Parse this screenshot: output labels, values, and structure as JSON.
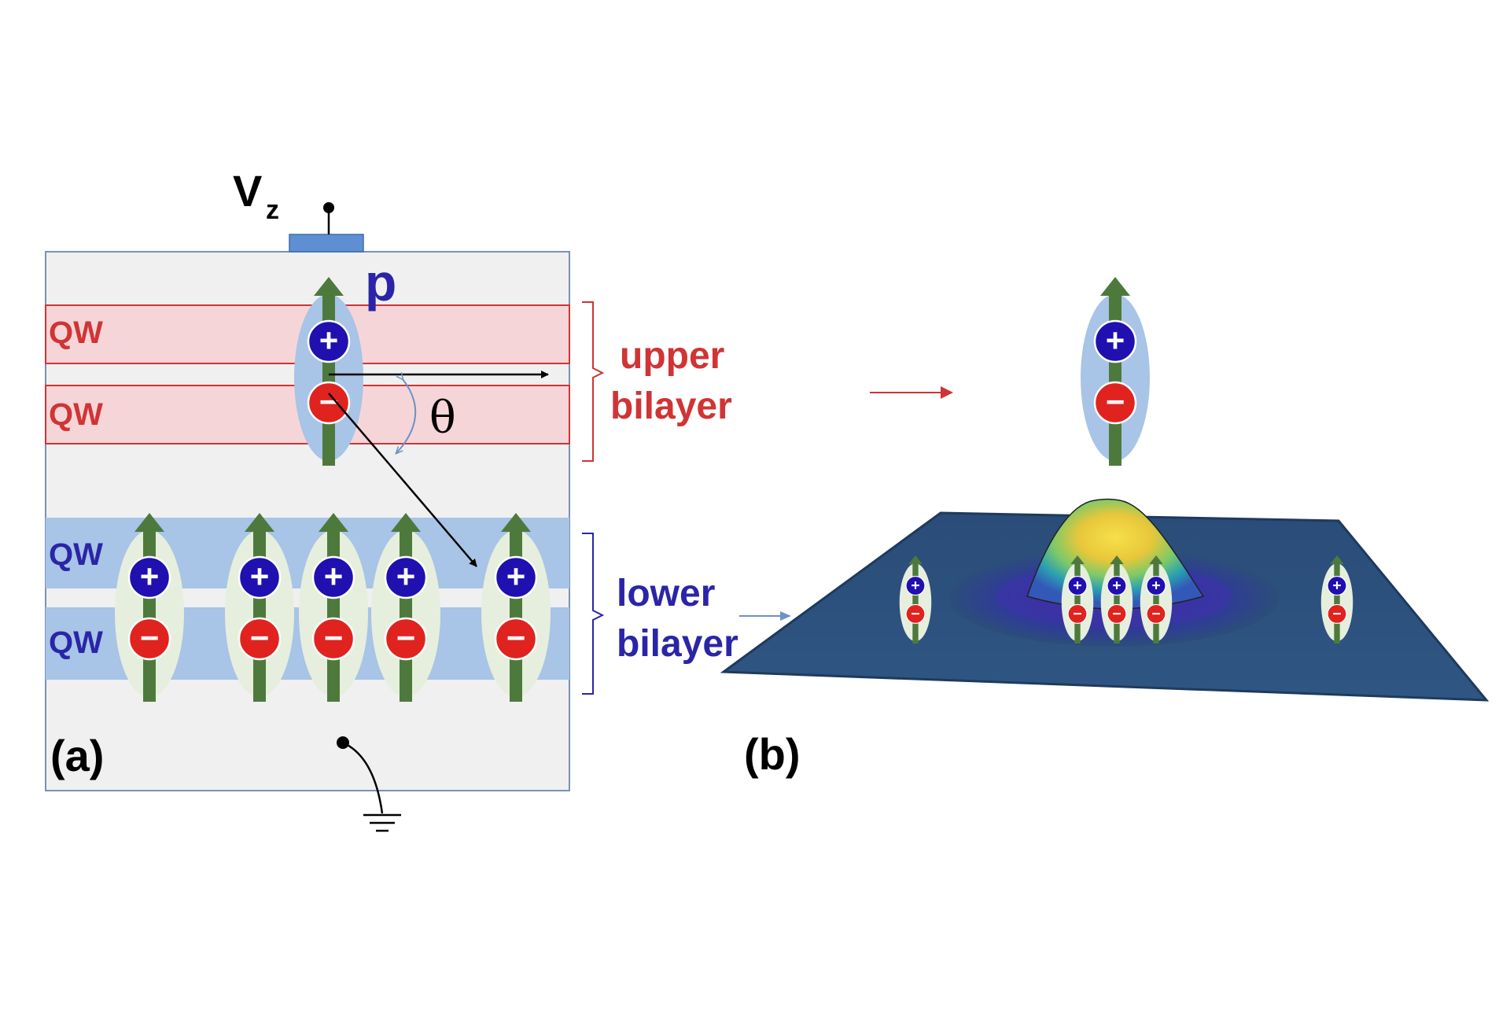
{
  "panel_a": {
    "voltage_label": "V",
    "voltage_subscript": "z",
    "dipole_label": "p",
    "angle_label": "θ",
    "upper_qw_labels": [
      "QW",
      "QW"
    ],
    "lower_qw_labels": [
      "QW",
      "QW"
    ],
    "upper_bilayer_line1": "upper",
    "upper_bilayer_line2": "bilayer",
    "lower_bilayer_line1": "lower",
    "lower_bilayer_line2": "bilayer",
    "panel_letter": "(a)",
    "plus_sign": "+",
    "minus_sign": "−"
  },
  "panel_b": {
    "panel_letter": "(b)"
  },
  "colors": {
    "upper_red": "#d03434",
    "lower_blue": "#2a25a8",
    "dipole_green": "#4d7a3c",
    "hole_blue": "#2010b0",
    "electron_red": "#e0231f",
    "plane_navy": "#2c4e79",
    "peak_yellow": "#f0d33a"
  }
}
